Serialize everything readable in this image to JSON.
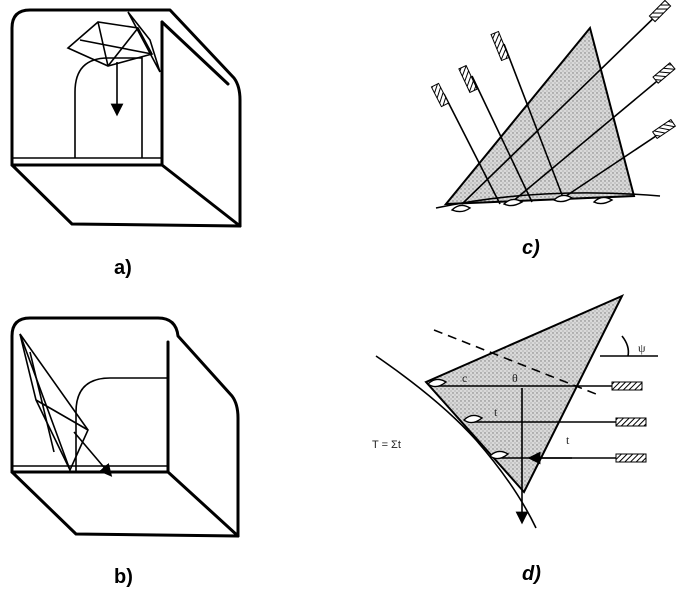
{
  "captions": {
    "a": "a)",
    "b": "b)",
    "c": "c)",
    "d": "d)"
  },
  "panel_d": {
    "formula": "T = Σt",
    "label_t_right": "t",
    "label_t_mid": "t",
    "label_c": "c",
    "label_theta": "θ",
    "label_psi": "ψ"
  }
}
